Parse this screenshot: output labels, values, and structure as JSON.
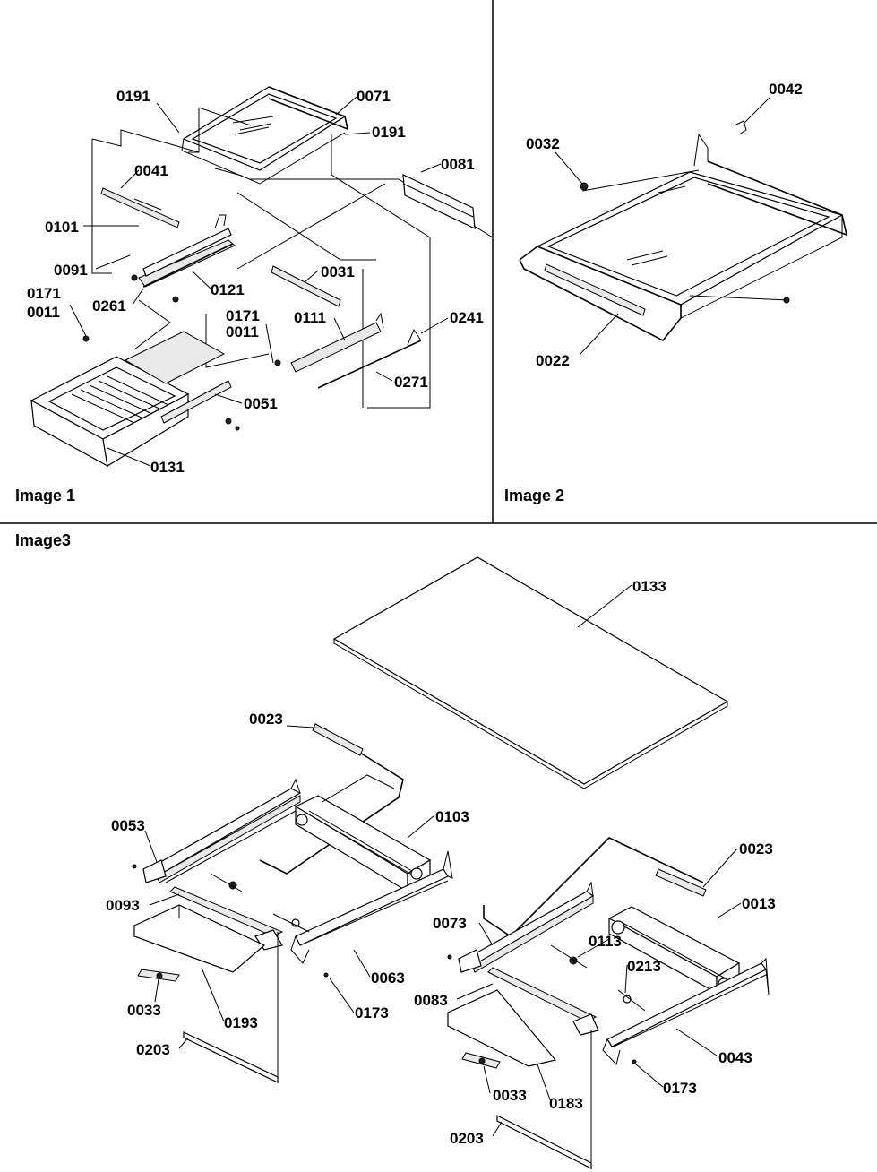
{
  "panels": [
    {
      "label": "Image 1",
      "name": "pane-label-image-1"
    },
    {
      "label": "Image 2",
      "name": "pane-label-image-2"
    },
    {
      "label": "Image3",
      "name": "pane-label-image-3"
    }
  ],
  "callouts": {
    "image1": [
      "0191",
      "0071",
      "0191",
      "0041",
      "0081",
      "0101",
      "0091",
      "0031",
      "0261",
      "0121",
      "0171",
      "0011",
      "0171",
      "0011",
      "0111",
      "0241",
      "0271",
      "0051",
      "0131"
    ],
    "image2": [
      "0042",
      "0032",
      "0022"
    ],
    "image3": [
      "0133",
      "0023",
      "0103",
      "0053",
      "0093",
      "0033",
      "0193",
      "0203",
      "0063",
      "0173",
      "0023",
      "0013",
      "0073",
      "0113",
      "0213",
      "0083",
      "0043",
      "0033",
      "0183",
      "0173",
      "0203"
    ]
  }
}
